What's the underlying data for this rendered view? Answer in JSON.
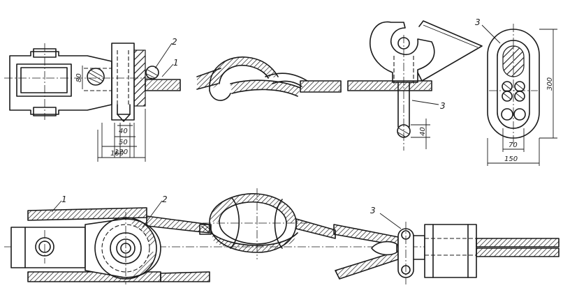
{
  "labels": {
    "rope_top": "1",
    "clamp_top": "2",
    "hook_part": "3",
    "oval_part": "3",
    "rope_bottom": "1",
    "thimble_bottom": "2",
    "clip_bottom": "3"
  },
  "dims": {
    "d80": "80",
    "d40": "40",
    "d50": "50",
    "d120": "120",
    "d160": "160",
    "hook40": "40",
    "oval300": "300",
    "oval70": "70",
    "oval150": "150"
  }
}
